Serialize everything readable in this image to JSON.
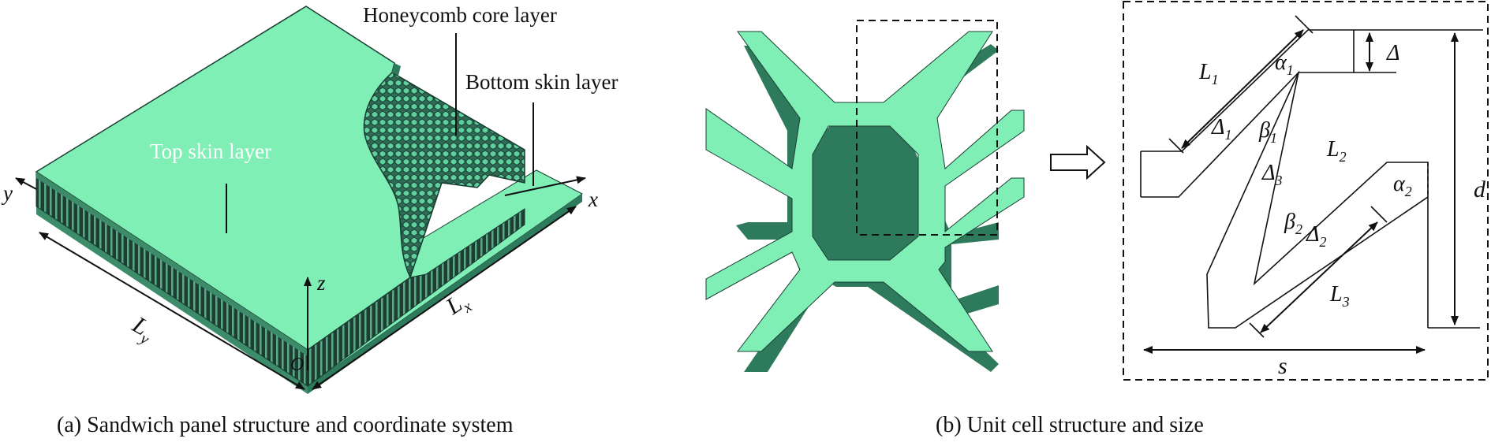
{
  "panel_a": {
    "caption": "(a) Sandwich panel structure and coordinate system",
    "labels": {
      "honeycomb_core": "Honeycomb core layer",
      "bottom_skin": "Bottom skin layer",
      "top_skin": "Top skin layer"
    },
    "axes": {
      "x": "x",
      "y": "y",
      "z": "z",
      "origin": "O"
    },
    "dimensions": {
      "lx": "L",
      "lx_sub": "x",
      "ly": "L",
      "ly_sub": "y"
    }
  },
  "panel_b": {
    "caption": "(b) Unit cell structure and size",
    "dims": {
      "L1": "L",
      "L1_sub": "1",
      "L2": "L",
      "L2_sub": "2",
      "L3": "L",
      "L3_sub": "3",
      "alpha1": "α",
      "alpha1_sub": "1",
      "alpha2": "α",
      "alpha2_sub": "2",
      "beta1": "β",
      "beta1_sub": "1",
      "beta2": "β",
      "beta2_sub": "2",
      "delta": "Δ",
      "delta1": "Δ",
      "delta1_sub": "1",
      "delta2": "Δ",
      "delta2_sub": "2",
      "delta3": "Δ",
      "delta3_sub": "3",
      "d": "d",
      "s": "s"
    }
  },
  "colors": {
    "skin": "#7FEFB6",
    "skin_dark": "#2E7A5C",
    "core_dark": "#1F4A3C",
    "line": "#111111"
  }
}
